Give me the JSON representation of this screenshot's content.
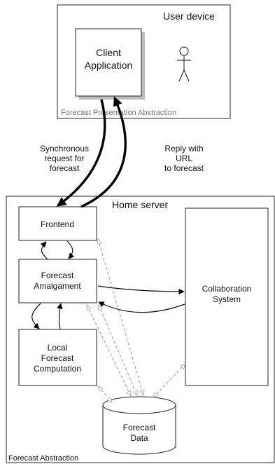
{
  "user_device": {
    "title": "User device",
    "client_line1": "Client",
    "client_line2": "Application",
    "presentation_label": "Forecast Presentation Abstraction"
  },
  "request_label": [
    "Synchronous",
    "request for",
    "forecast"
  ],
  "reply_label": [
    "Reply with",
    "URL",
    "to forecast"
  ],
  "home_server": {
    "title": "Home server",
    "frontend": "Frontend",
    "amalgament": [
      "Forecast",
      "Amalgament"
    ],
    "local_forecast": [
      "Local",
      "Forecast",
      "Computation"
    ],
    "collaboration": [
      "Collaboration",
      "System"
    ],
    "forecast_data": [
      "Forecast",
      "Data"
    ],
    "abstraction_label": "Forecast Abstraction"
  },
  "icons": [
    "user-figure-icon"
  ]
}
